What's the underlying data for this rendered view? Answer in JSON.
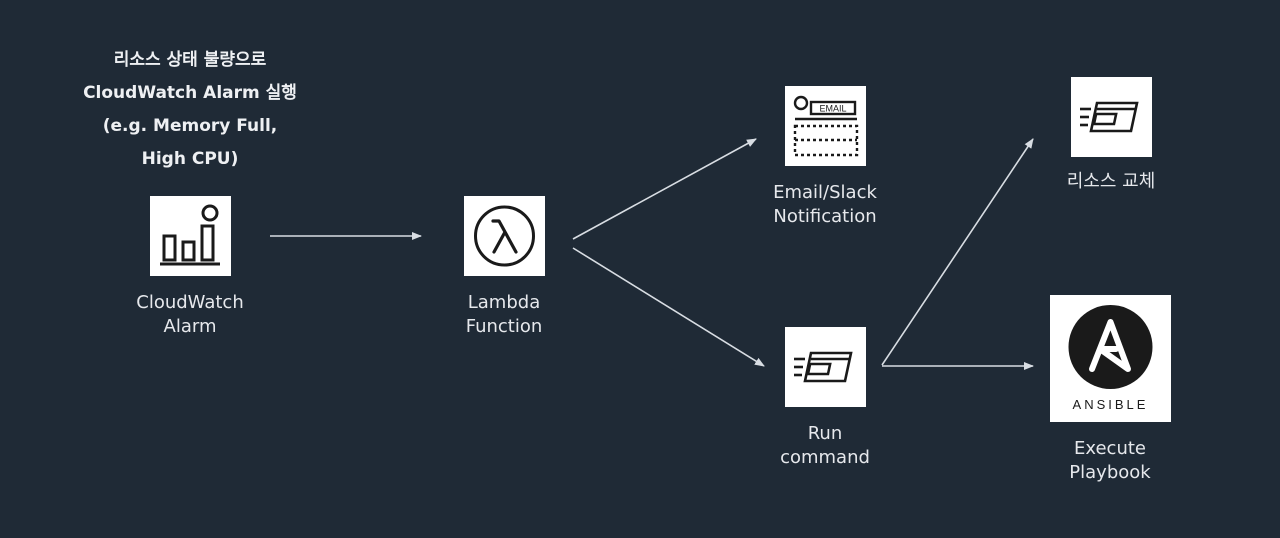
{
  "heading": {
    "lines": [
      "리소스 상태 불량으로",
      "CloudWatch Alarm 실행",
      "(e.g. Memory Full,",
      "High CPU)"
    ]
  },
  "nodes": {
    "cloudwatch": {
      "label": [
        "CloudWatch",
        "Alarm"
      ],
      "icon": "bar-chart-alarm-icon"
    },
    "lambda": {
      "label": [
        "Lambda",
        "Function"
      ],
      "icon": "lambda-icon"
    },
    "email": {
      "label": [
        "Email/Slack",
        "Notification"
      ],
      "icon": "email-form-icon",
      "icon_text": "EMAIL"
    },
    "run": {
      "label": [
        "Run",
        "command"
      ],
      "icon": "run-command-icon"
    },
    "replace": {
      "label": [
        "리소스 교체"
      ],
      "icon": "run-command-icon"
    },
    "ansible": {
      "label": [
        "Execute",
        "Playbook"
      ],
      "icon": "ansible-logo",
      "logo_text": "ANSIBLE"
    }
  },
  "colors": {
    "background": "#1f2a36",
    "tile": "#ffffff",
    "arrow": "#d8dde3",
    "icon": "#1a1a1a"
  }
}
